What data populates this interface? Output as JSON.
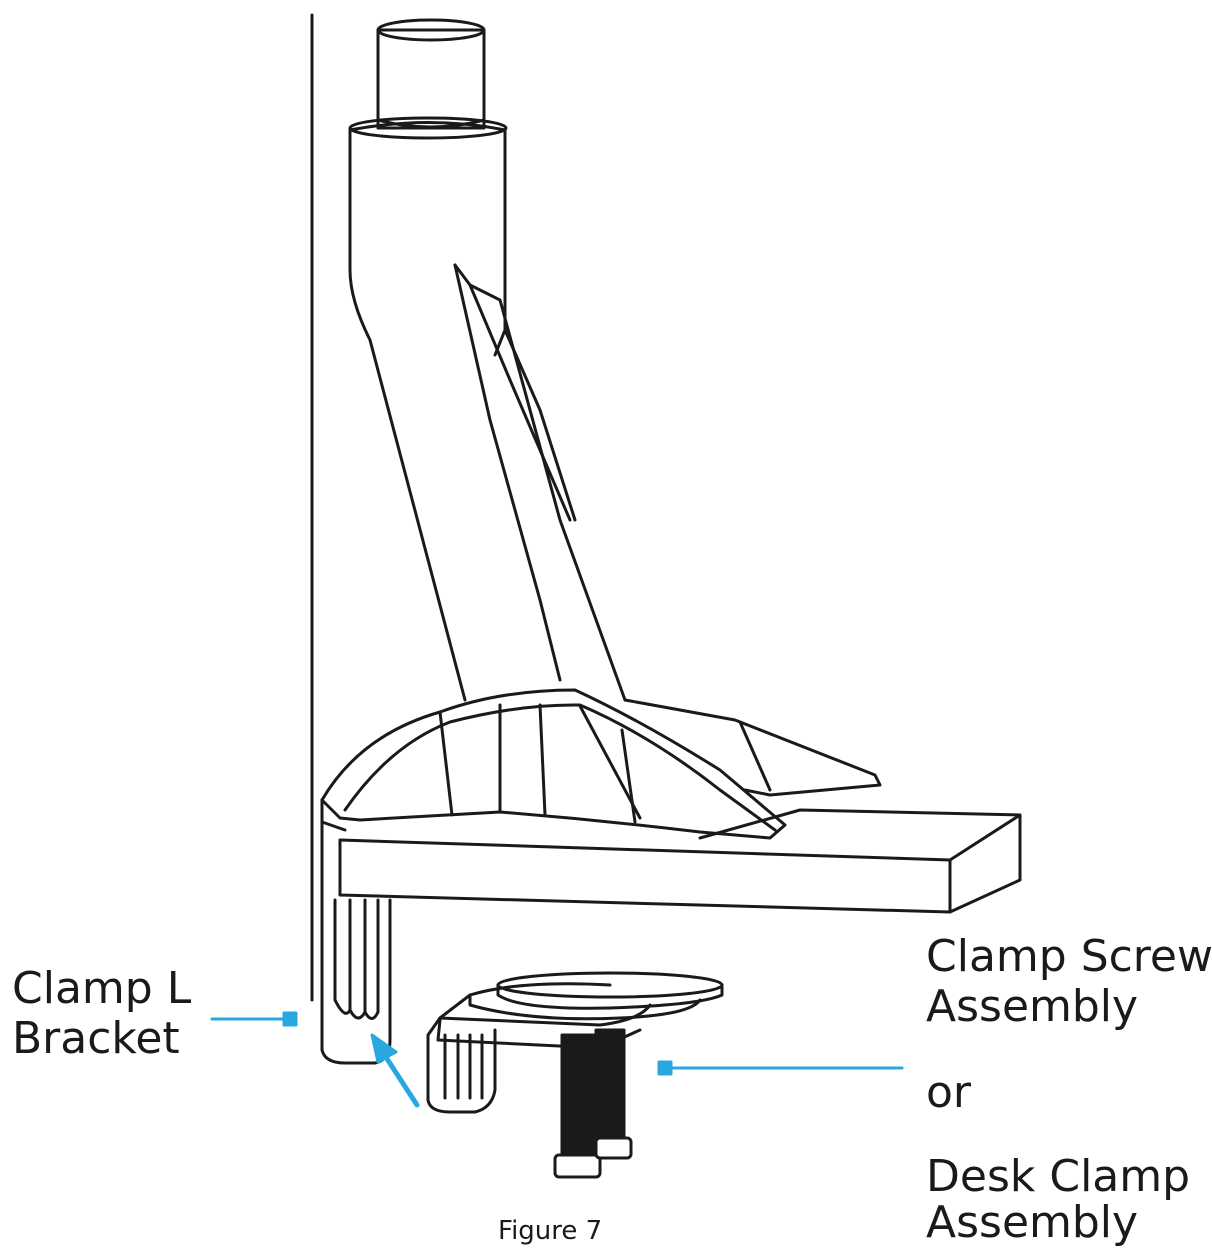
{
  "figure": {
    "caption": "Figure 7",
    "labels": {
      "clamp_l_bracket_line1": "Clamp L",
      "clamp_l_bracket_line2": "Bracket",
      "clamp_screw_line1": "Clamp Screw",
      "clamp_screw_line2": "Assembly",
      "or": "or",
      "desk_clamp_line1": "Desk Clamp",
      "desk_clamp_line2": "Assembly"
    }
  },
  "colors": {
    "ink": "#1a1a1a",
    "callout": "#29a8e0",
    "background": "#ffffff"
  }
}
